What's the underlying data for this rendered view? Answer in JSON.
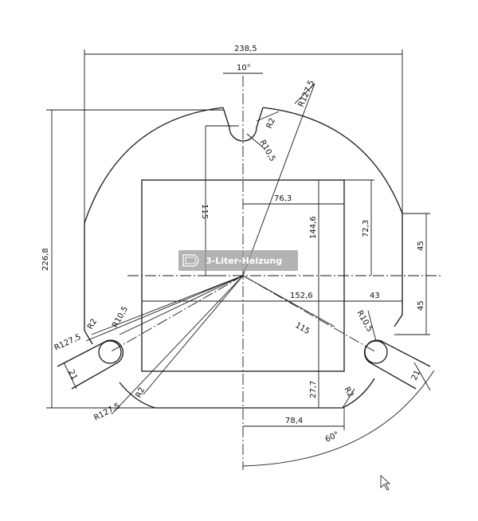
{
  "dimensions": {
    "width_total": "238,5",
    "slot_angle": "10°",
    "r_large_top": "R127,5",
    "r_small_top": "R2",
    "r_hole_top": "R10,5",
    "height_left": "226,8",
    "height_115": "115",
    "width_763": "76,3",
    "height_1446": "144,6",
    "height_723": "72,3",
    "right_45_top": "45",
    "right_45_bottom": "45",
    "width_1526": "152,6",
    "width_43": "43",
    "radius_115": "115",
    "left_r1275": "R127,5",
    "left_r2": "R2",
    "left_r105": "R10,5",
    "left_21": "21",
    "left_bottom_r1275": "R127,5",
    "left_bottom_r2": "R2",
    "bottom_277": "27,7",
    "bottom_r2": "R2",
    "bottom_784": "78,4",
    "angle_60": "60°",
    "right_r105": "R10,5",
    "right_21": "21"
  },
  "watermark": {
    "label": "3-Liter-Heizung",
    "color": "#9a9a9a"
  }
}
